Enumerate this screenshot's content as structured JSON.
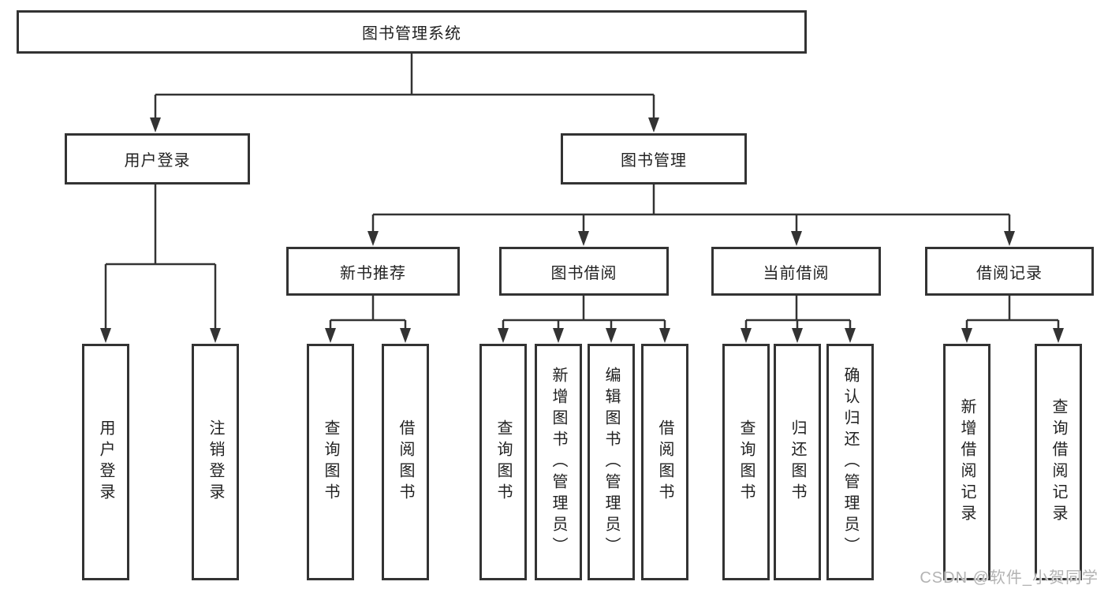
{
  "tree": {
    "label": "图书管理系统",
    "children": [
      {
        "label": "用户登录",
        "children": [
          {
            "label": "用户登录"
          },
          {
            "label": "注销登录"
          }
        ]
      },
      {
        "label": "图书管理",
        "children": [
          {
            "label": "新书推荐",
            "children": [
              {
                "label": "查询图书"
              },
              {
                "label": "借阅图书"
              }
            ]
          },
          {
            "label": "图书借阅",
            "children": [
              {
                "label": "查询图书"
              },
              {
                "label": "新增图书（管理员）"
              },
              {
                "label": "编辑图书（管理员）"
              },
              {
                "label": "借阅图书"
              }
            ]
          },
          {
            "label": "当前借阅",
            "children": [
              {
                "label": "查询图书"
              },
              {
                "label": "归还图书"
              },
              {
                "label": "确认归还（管理员）"
              }
            ]
          },
          {
            "label": "借阅记录",
            "children": [
              {
                "label": "新增借阅记录"
              },
              {
                "label": "查询借阅记录"
              }
            ]
          }
        ]
      }
    ]
  },
  "watermark": {
    "text": "CSDN @软件_小贺同学"
  },
  "colors": {
    "line": "#333333",
    "box_border": "#333333",
    "text": "#222222",
    "watermark": "#b3b3b3",
    "background": "#ffffff"
  }
}
